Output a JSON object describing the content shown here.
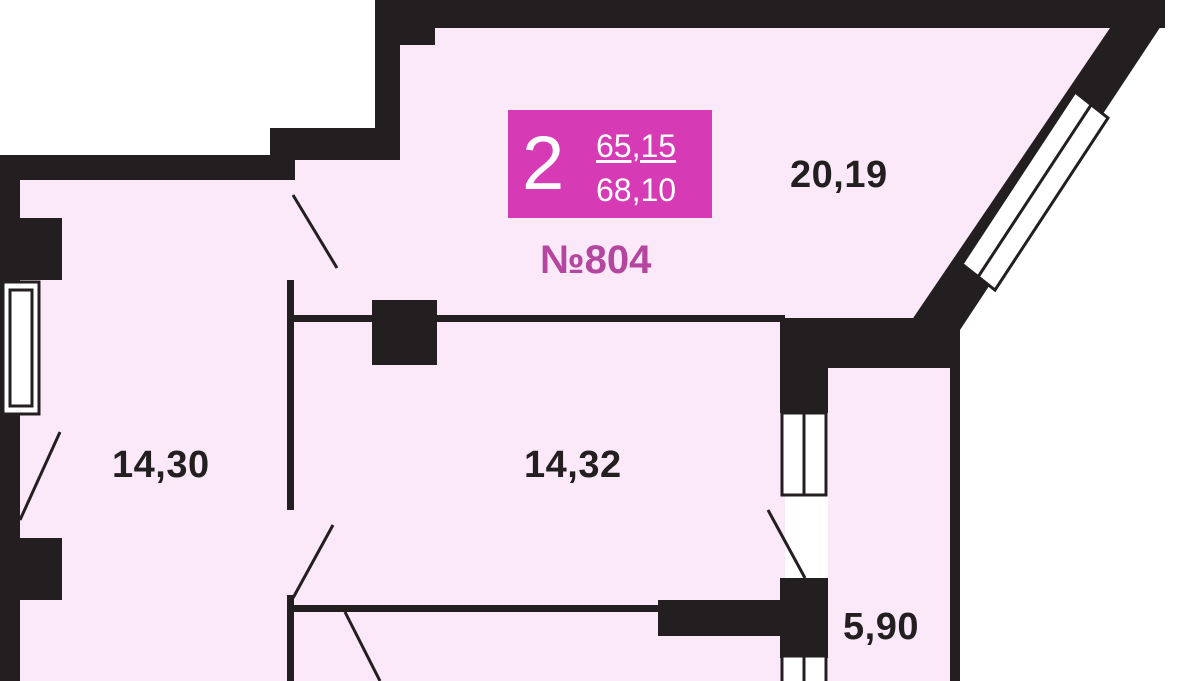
{
  "colors": {
    "room_fill": "#fbe8f8",
    "wall": "#231f20",
    "badge_bg": "#d63bb5",
    "badge_text": "#ffffff",
    "apt_number": "#b4469f"
  },
  "badge": {
    "rooms": "2",
    "area_living": "65,15",
    "area_total": "68,10"
  },
  "apartment_number": "№804",
  "rooms": {
    "living_room": "20,19",
    "bedroom_left": "14,30",
    "bedroom_middle": "14,32",
    "bathroom": "5,90"
  }
}
